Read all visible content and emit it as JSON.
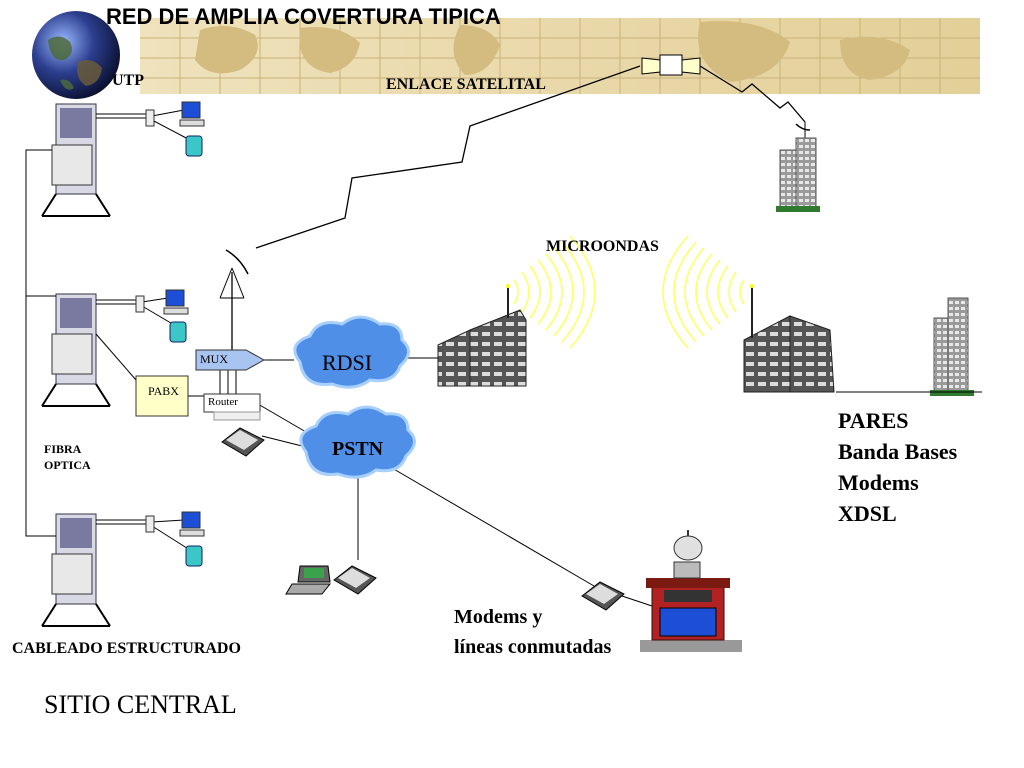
{
  "title": "RED DE AMPLIA COVERTURA TIPICA",
  "labels": {
    "utp": "UTP",
    "satellite_link": "ENLACE SATELITAL",
    "microwave": "MICROONDAS",
    "mux": "MUX",
    "pabx": "PABX",
    "router": "Router",
    "rdsi": "RDSI",
    "pstn": "PSTN",
    "fiber_line1": "FIBRA",
    "fiber_line2": "OPTICA",
    "structured_cabling": "CABLEADO ESTRUCTURADO",
    "central_site": "SITIO CENTRAL",
    "modems_line1": "Modems y",
    "modems_line2": "líneas conmutadas",
    "pares": [
      "PARES",
      "Banda Bases",
      "Modems",
      "XDSL"
    ]
  },
  "colors": {
    "map_band": "#e6d2a0",
    "cloud": "#4f8fe8",
    "cloud_edge": "#a8d0ff",
    "pabx_fill": "#ffffc8",
    "mux_fill": "#a8c4f0",
    "microwave": "#ffff66",
    "building_dark": "#333333",
    "shop_red": "#b22222"
  },
  "icons": [
    "globe-icon",
    "satellite-icon",
    "rack-icon",
    "computer-icon",
    "phone-icon",
    "antenna-icon",
    "building-icon",
    "tower-icon",
    "modem-icon",
    "laptop-icon",
    "storefront-icon"
  ]
}
